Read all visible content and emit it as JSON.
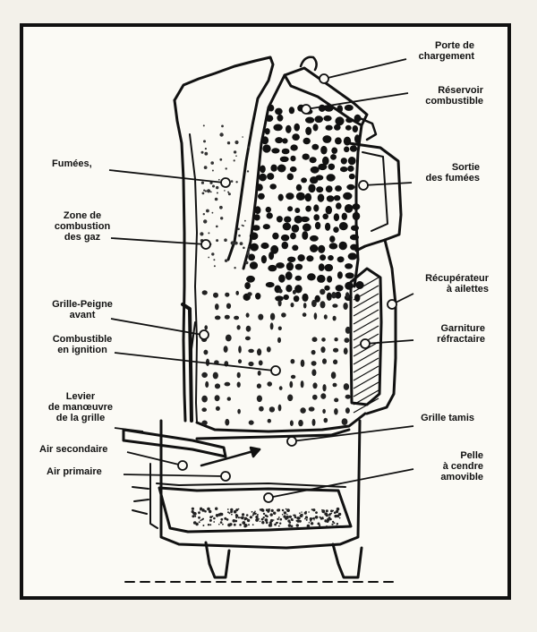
{
  "labels": [
    {
      "id": "porte",
      "lines": [
        "Porte de",
        "chargement"
      ],
      "side": "right"
    },
    {
      "id": "reservoir",
      "lines": [
        "Réservoir",
        "combustible"
      ],
      "side": "right"
    },
    {
      "id": "sortie",
      "lines": [
        "Sortie",
        "des fumées"
      ],
      "side": "right"
    },
    {
      "id": "recuperateur",
      "lines": [
        "Récupérateur",
        "à ailettes"
      ],
      "side": "right"
    },
    {
      "id": "garniture",
      "lines": [
        "Garniture",
        "réfractaire"
      ],
      "side": "right"
    },
    {
      "id": "grille-tamis",
      "lines": [
        "Grille tamis"
      ],
      "side": "right"
    },
    {
      "id": "pelle",
      "lines": [
        "Pelle",
        "à cendre",
        "amovible"
      ],
      "side": "right"
    },
    {
      "id": "fumees",
      "lines": [
        "Fumées,"
      ],
      "side": "left"
    },
    {
      "id": "zone",
      "lines": [
        "Zone de",
        "combustion",
        "des gaz"
      ],
      "side": "left"
    },
    {
      "id": "grille-peigne",
      "lines": [
        "Grille-Peigne",
        "avant"
      ],
      "side": "left"
    },
    {
      "id": "combustible-ignition",
      "lines": [
        "Combustible",
        "en ignition"
      ],
      "side": "left"
    },
    {
      "id": "levier",
      "lines": [
        "Levier",
        "de manœuvre",
        "de la grille"
      ],
      "side": "left"
    },
    {
      "id": "air-secondaire",
      "lines": [
        "Air secondaire"
      ],
      "side": "left"
    },
    {
      "id": "air-primaire",
      "lines": [
        "Air primaire"
      ],
      "side": "left"
    }
  ]
}
